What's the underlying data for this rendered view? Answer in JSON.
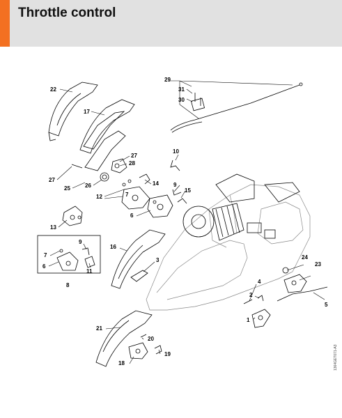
{
  "header": {
    "title": "Throttle control",
    "accent_color": "#f37021",
    "band_color": "#e1e1e1"
  },
  "callouts": {
    "c1": "1",
    "c2": "2",
    "c3": "3",
    "c4": "4",
    "c5": "5",
    "c6a": "6",
    "c6b": "6",
    "c7a": "7",
    "c8": "8",
    "c9a": "9",
    "c9b": "9",
    "c10": "10",
    "c11": "11",
    "c12": "12",
    "c13": "13",
    "c14": "14",
    "c15": "15",
    "c16": "16",
    "c17": "17",
    "c18": "18",
    "c19": "19",
    "c20": "20",
    "c21": "21",
    "c22": "22",
    "c23": "23",
    "c24": "24",
    "c25": "25",
    "c26": "26",
    "c27a": "27",
    "c27b": "27",
    "c28": "28",
    "c29": "29",
    "c30": "30",
    "c31": "31",
    "c7b": "7",
    "c6c": "6"
  },
  "drawing_code": "1364GET071-A3"
}
